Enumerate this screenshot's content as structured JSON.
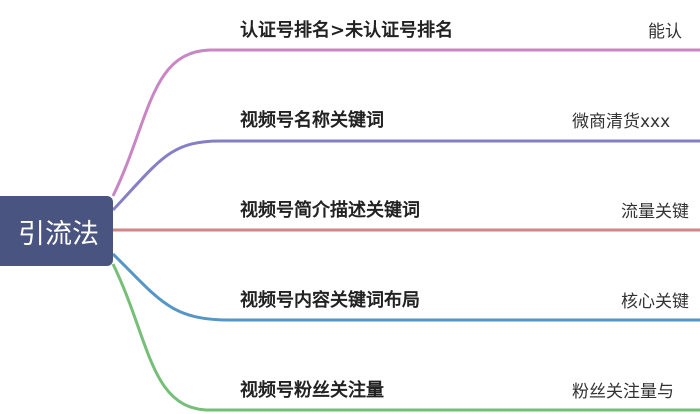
{
  "center": {
    "label": "引流法",
    "color": "#4a5480"
  },
  "branches": [
    {
      "label": "认证号排名>未认证号排名",
      "detail": "能认",
      "color": "#c986c4"
    },
    {
      "label": "视频号名称关键词",
      "detail": "微商清货xxx",
      "color": "#8580c6"
    },
    {
      "label": "视频号简介描述关键词",
      "detail": "流量关键",
      "color": "#d18585"
    },
    {
      "label": "视频号内容关键词布局",
      "detail": "核心关键",
      "color": "#5596c6"
    },
    {
      "label": "视频号粉丝关注量",
      "detail": "粉丝关注量与",
      "color": "#75bf78"
    }
  ]
}
